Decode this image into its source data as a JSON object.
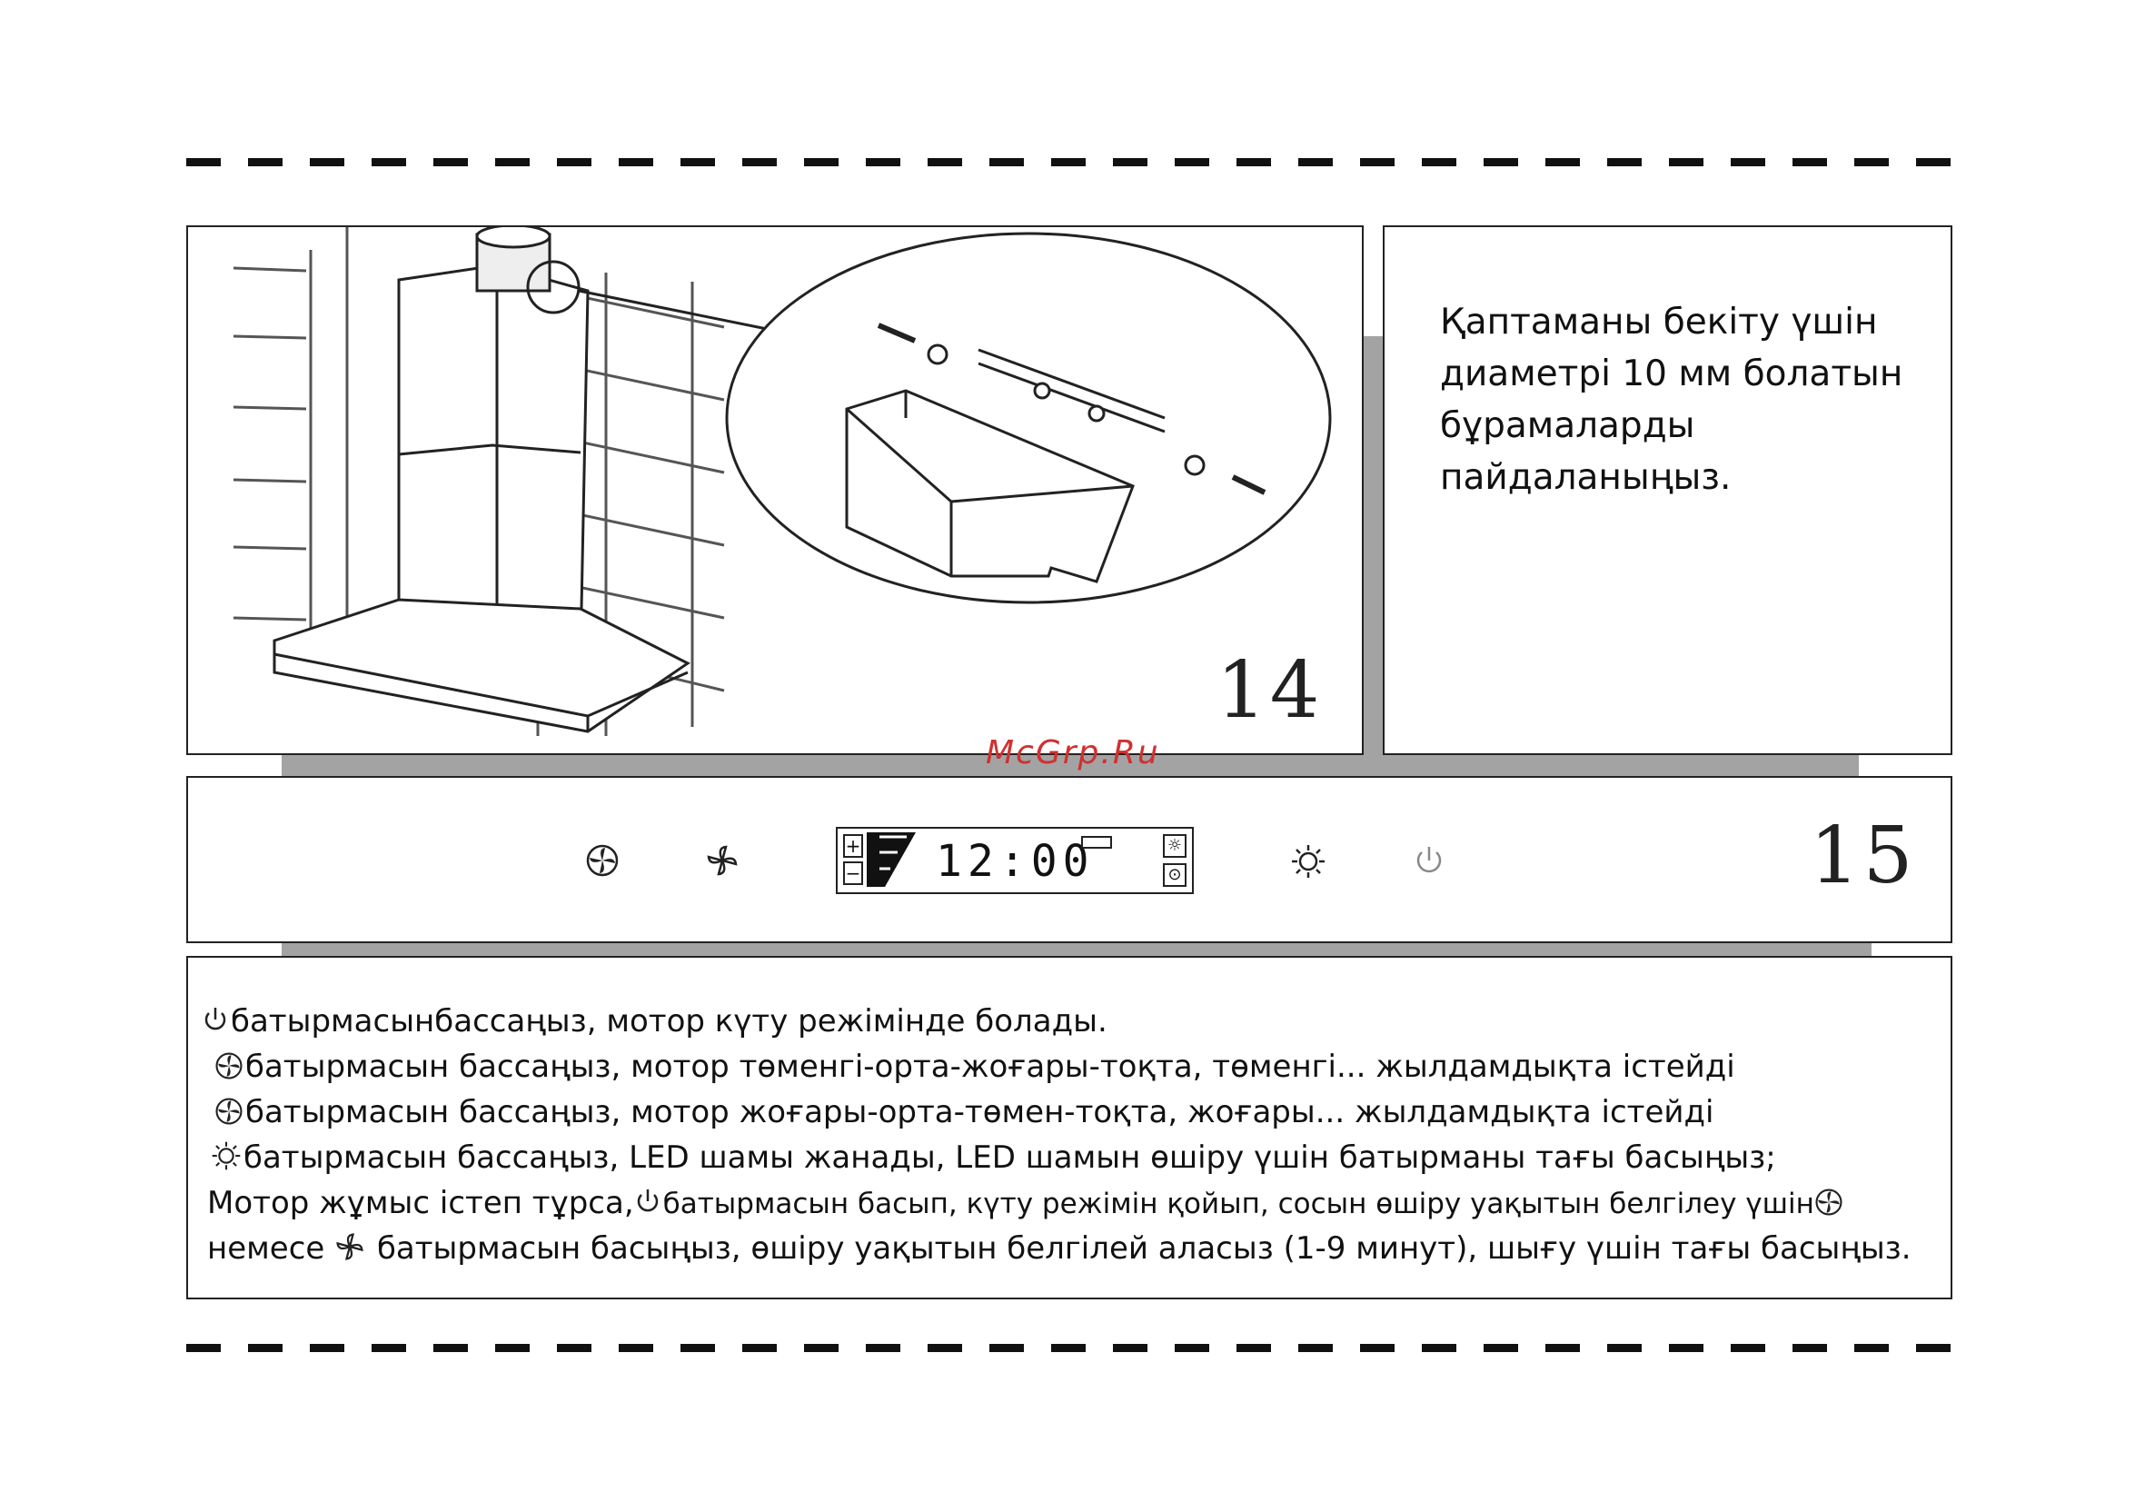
{
  "page_14": {
    "number": "14",
    "instruction_lines": [
      "Қаптаманы бекіту үшін",
      "диаметрі 10 мм болатын",
      "бұрамаларды",
      "пайдаланыңыз."
    ]
  },
  "watermark": "McGrp.Ru",
  "page_15": {
    "number": "15",
    "control_panel": {
      "icons": [
        "fan-down-icon",
        "fan-up-icon",
        "light-icon",
        "power-icon"
      ],
      "display": {
        "time": "12:00",
        "left_buttons": [
          "+",
          "−"
        ]
      }
    }
  },
  "description": {
    "line1": "батырмасынбассаңыз, мотор күту режімінде болады.",
    "line2": "батырмасын бассаңыз, мотор төменгі-орта-жоғары-тоқта, төменгі... жылдамдықта істейді",
    "line3": "батырмасын бассаңыз, мотор жоғары-орта-төмен-тоқта, жоғары... жылдамдықта істейді",
    "line4": "батырмасын бассаңыз, LED шамы жанады, LED шамын өшіру үшін батырманы тағы басыңыз;",
    "line5_a": "Мотор жұмыс істеп тұрса,",
    "line5_b": "батырмасын басып, күту режімін қойып, сосын өшіру уақытын белгілеу үшін",
    "line6_a": "немесе",
    "line6_b": "батырмасын басыңыз, өшіру уақытын белгілей аласыз (1-9 минут), шығу үшін тағы басыңыз."
  }
}
